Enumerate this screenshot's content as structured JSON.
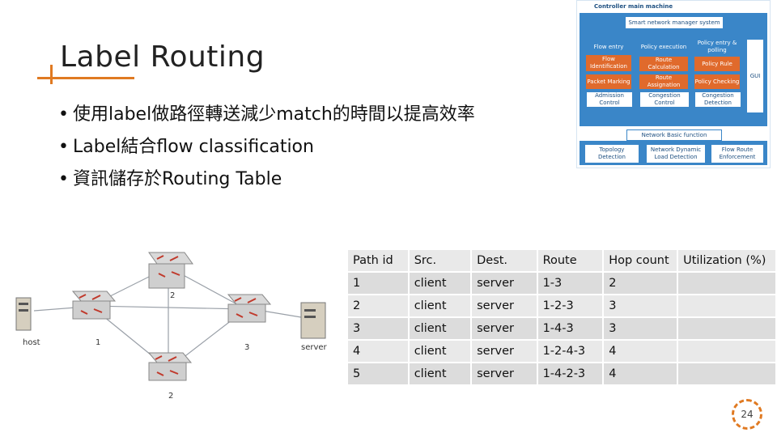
{
  "slide": {
    "title": "Label Routing",
    "bullets": [
      "使用label做路徑轉送減少match的時間以提高效率",
      "Label結合flow classification",
      "資訊儲存於Routing Table"
    ],
    "page_number": "24"
  },
  "architecture": {
    "top_label": "Controller main machine",
    "manager_label": "Smart network manager system",
    "col1_header": "Flow entry",
    "col2_header": "Policy execution",
    "col3_header": "Policy entry & polling",
    "col1_items": [
      "Flow Identification",
      "Packet Marking",
      "Admission Control"
    ],
    "col2_items": [
      "Route Calculation",
      "Route Assignation",
      "Congestion Control"
    ],
    "col3_items": [
      "Policy Rule",
      "Policy Checking",
      "Congestion Detection"
    ],
    "gui_label": "GUI",
    "basic_label": "Network Basic function",
    "bottom_items": [
      "Topology Detection",
      "Network Dynamic Load Detection",
      "Flow Route Enforcement"
    ]
  },
  "network": {
    "labels": {
      "host": "host",
      "server": "server",
      "n1": "1",
      "n2": "2",
      "n3": "3",
      "n4": "2"
    }
  },
  "table": {
    "headers": [
      "Path id",
      "Src.",
      "Dest.",
      "Route",
      "Hop count",
      "Utilization (%)"
    ],
    "rows": [
      [
        "1",
        "client",
        "server",
        "1-3",
        "2",
        ""
      ],
      [
        "2",
        "client",
        "server",
        "1-2-3",
        "3",
        ""
      ],
      [
        "3",
        "client",
        "server",
        "1-4-3",
        "3",
        ""
      ],
      [
        "4",
        "client",
        "server",
        "1-2-4-3",
        "4",
        ""
      ],
      [
        "5",
        "client",
        "server",
        "1-4-2-3",
        "4",
        ""
      ]
    ]
  },
  "colors": {
    "accent": "#e07a22",
    "diagram_blue": "#3a86c8",
    "diagram_orange": "#e06a2c"
  }
}
